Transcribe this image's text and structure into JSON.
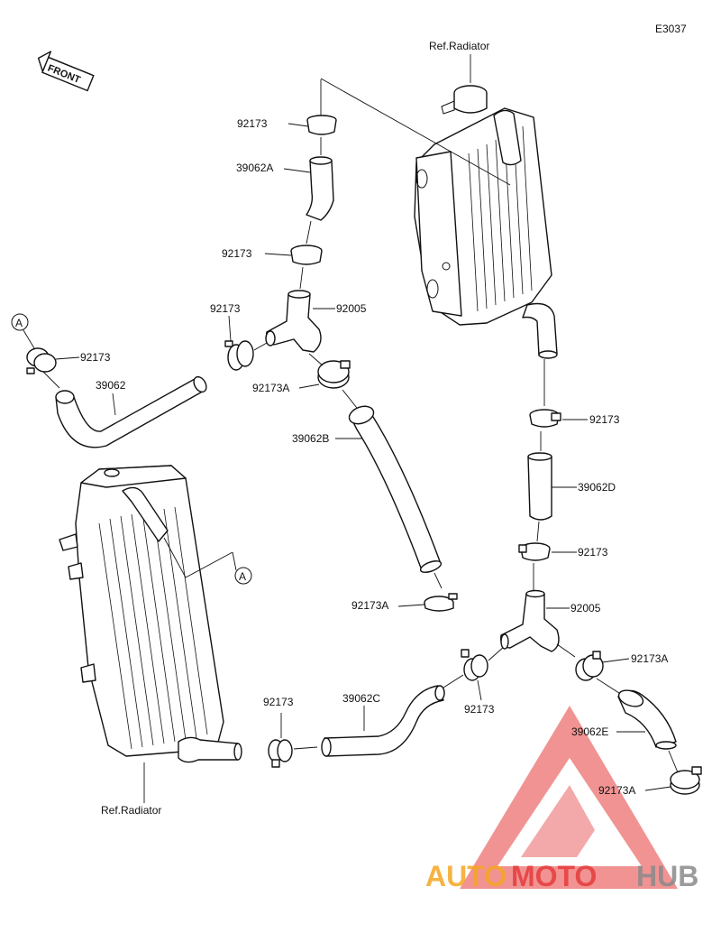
{
  "diagram_code": "E3037",
  "front_label": "FRONT",
  "callout_letter": "A",
  "ref_top": "Ref.Radiator",
  "ref_bottom": "Ref.Radiator",
  "labels": {
    "clamp_1": "92173",
    "hose_a": "39062A",
    "clamp_2": "92173",
    "joint_1": "92005",
    "clamp_3": "92173",
    "clamp_a_left": "92173",
    "hose_main": "39062",
    "clamp_4a": "92173A",
    "hose_b": "39062B",
    "clamp_5a": "92173A",
    "clamp_6": "92173",
    "hose_d": "39062D",
    "clamp_7": "92173",
    "joint_2": "92005",
    "clamp_8a": "92173A",
    "clamp_9": "92173",
    "hose_c": "39062C",
    "clamp_10": "92173",
    "hose_e": "39062E",
    "clamp_11a": "92173A"
  },
  "watermark": {
    "part1": "AUTO",
    "part2": "MOTO",
    "part3": "HUB"
  },
  "colors": {
    "line": "#111111",
    "watermark_red": "#e63c3c",
    "watermark_orange": "#f5a623",
    "watermark_gray": "#8a8a8a"
  }
}
